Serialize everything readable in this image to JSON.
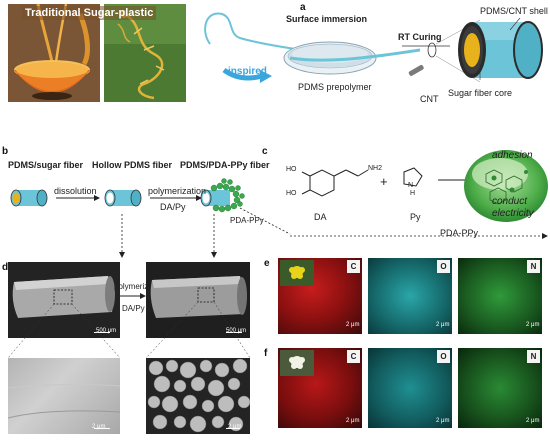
{
  "panel_a": {
    "letter": "a",
    "photo_title": "Traditional Sugar-plastic",
    "inspired": "inspired",
    "surface_immersion": "Surface immersion",
    "rt_curing": "RT Curing",
    "pdms_prepolymer": "PDMS prepolymer",
    "pdms_cnt_shell": "PDMS/CNT shell",
    "sugar_fiber_core": "Sugar fiber core",
    "cnt": "CNT"
  },
  "panel_b": {
    "letter": "b",
    "pdms_sugar_fiber": "PDMS/sugar fiber",
    "hollow_pdms_fiber": "Hollow PDMS fiber",
    "pdms_pda_ppy_fiber": "PDMS/PDA-PPy fiber",
    "dissolution": "dissolution",
    "polymerization": "polymerization",
    "da_py": "DA/Py",
    "pda_ppy": "PDA-PPy"
  },
  "panel_c": {
    "letter": "c",
    "da": "DA",
    "py": "Py",
    "plus": "+",
    "adhesion": "adhesion",
    "conduct": "conduct",
    "electricity": "electricity",
    "pda_ppy": "PDA-PPy",
    "ho1": "HO",
    "ho2": "HO",
    "nh2": "NH2",
    "n": "N",
    "h": "H"
  },
  "panel_d": {
    "letter": "d",
    "polymerization": "polymerization",
    "da_py": "DA/Py",
    "scale_500_left": "500 μm",
    "scale_500_right": "500 μm",
    "scale_2_left": "2 μm",
    "scale_2_right": "2 μm"
  },
  "panel_e": {
    "letter": "e",
    "c": "C",
    "o": "O",
    "n": "N",
    "scale": "2 μm"
  },
  "panel_f": {
    "letter": "f",
    "c": "C",
    "o": "O",
    "n": "N",
    "scale": "2 μm"
  },
  "colors": {
    "fiber_cyan": "#6cc4d8",
    "sugar_core": "#e8b21c",
    "arrow_blue": "#39a6dd",
    "carbon_red": "#c81d1d",
    "oxygen_teal": "#2aa6a8",
    "nitrogen_green": "#2f9a3a",
    "ppy_green": "#3aa84f"
  }
}
